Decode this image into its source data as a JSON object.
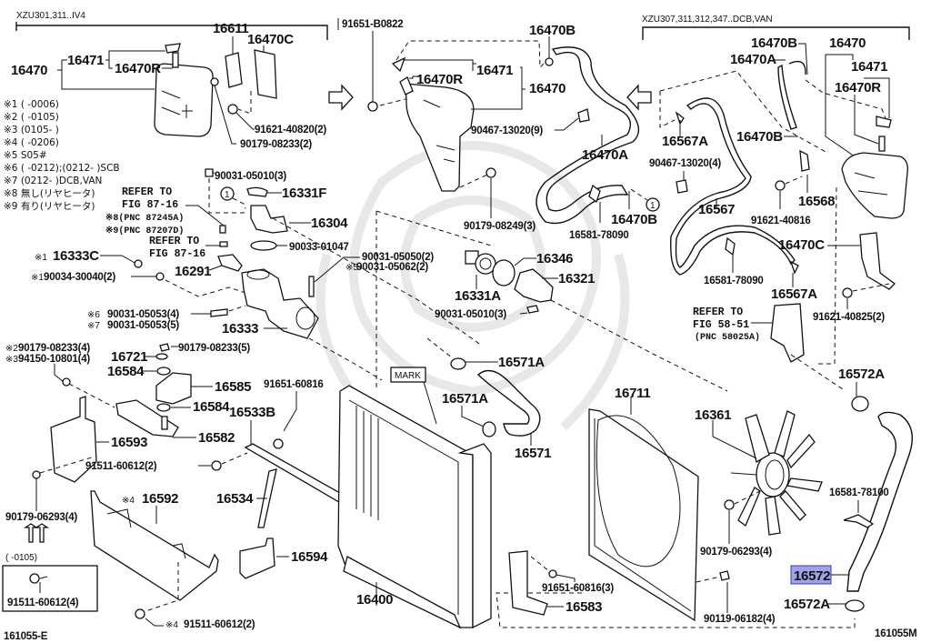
{
  "diagram": {
    "figure_id_left": "161055-E",
    "figure_id_right": "161055M",
    "group_left_title": "XZU301,311..IV4",
    "group_right_title": "XZU307,311,312,347..DCB,VAN",
    "highlight_color": "#9fa3e6",
    "highlighted_part": "16572"
  },
  "notes": [
    "※1 (      -0006)",
    "※2 (      -0105)",
    "※3 (0105-      )",
    "※4 (      -0206)",
    "※5 S05#",
    "※6 (      -0212);(0212-      )SCB",
    "※7 (0212-      )DCB,VAN",
    "※8 無し(リヤヒータ)",
    "※9 有り(リヤヒータ)"
  ],
  "references": {
    "ref1_line1": "REFER TO",
    "ref1_line2": "FIG 87-16",
    "ref1_pnc1": "※8(PNC 87245A)",
    "ref1_pnc2": "※9(PNC 87207D)",
    "ref2_line1": "REFER TO",
    "ref2_line2": "FIG 87-16",
    "ref3_line1": "REFER TO",
    "ref3_line2": "FIG 58-51",
    "ref3_pnc": "(PNC 58025A)",
    "mark_label": "MARK",
    "circle_ref": "1",
    "inset_range": "(      -0105)"
  },
  "parts": {
    "p16470_l": "16470",
    "p16471_l": "16471",
    "p16470R_l": "16470R",
    "p16611": "16611",
    "p16470C_l": "16470C",
    "p91621_40820": "91621-40820(2)",
    "p90179_08233_2": "90179-08233(2)",
    "p91651_B0822": "91651-B0822",
    "p16470B_t": "16470B",
    "p16471_m": "16471",
    "p16470R_m": "16470R",
    "p16470_m": "16470",
    "p90467_13020_9": "90467-13020(9)",
    "p16470A_m": "16470A",
    "p90179_08249": "90179-08249(3)",
    "p16581_78090_m": "16581-78090",
    "p16470B_m": "16470B",
    "p16470B_r1": "16470B",
    "p16470A_r": "16470A",
    "p16470_r": "16470",
    "p16471_r": "16471",
    "p16470R_r": "16470R",
    "p16567A_t": "16567A",
    "p16470B_r2": "16470B",
    "p90467_13020_4": "90467-13020(4)",
    "p16567": "16567",
    "p16568": "16568",
    "p91621_40816": "91621-40816",
    "p16470C_r": "16470C",
    "p16581_78090_r": "16581-78090",
    "p16567A_b": "16567A",
    "p91621_40825": "91621-40825(2)",
    "p90031_05010_t": "90031-05010(3)",
    "p16331F": "16331F",
    "p16304": "16304",
    "p90033_01047": "90033-01047",
    "p16333C": "16333C",
    "p16333C_note": "※1",
    "p16291": "16291",
    "p90034_30040": "90034-30040(2)",
    "p90034_30040_note": "※1",
    "p90031_05050": "90031-05050(2)",
    "p90031_05062": "90031-05062(2)",
    "p90031_05062_note": "※5",
    "p90031_05053_4": "90031-05053(4)",
    "p90031_05053_4_note": "※6",
    "p90031_05053_5": "90031-05053(5)",
    "p90031_05053_5_note": "※7",
    "p16333": "16333",
    "p16346": "16346",
    "p16321": "16321",
    "p16331A": "16331A",
    "p90031_05010_m": "90031-05010(3)",
    "p90179_08233_4": "90179-08233(4)",
    "p90179_08233_4_note": "※2",
    "p94150_10801": "94150-10801(4)",
    "p94150_10801_note": "※3",
    "p16721": "16721",
    "p90179_08233_5": "90179-08233(5)",
    "p16584_a": "16584",
    "p16585": "16585",
    "p16584_b": "16584",
    "p16582": "16582",
    "p16593": "16593",
    "p91651_60816": "91651-60816",
    "p16533B": "16533B",
    "p91511_60612_2a": "91511-60612(2)",
    "p16534": "16534",
    "p16592": "16592",
    "p16592_note": "※4",
    "p90179_06293_l": "90179-06293(4)",
    "p91511_60612_4": "91511-60612(4)",
    "p16594": "16594",
    "p91511_60612_2b": "91511-60612(2)",
    "p91511_60612_2b_note": "※4",
    "p16571A_t": "16571A",
    "p16571A_b": "16571A",
    "p16571": "16571",
    "p16400": "16400",
    "p16711": "16711",
    "p16361": "16361",
    "p90179_06293_r": "90179-06293(4)",
    "p91651_60816_3": "91651-60816(3)",
    "p16583": "16583",
    "p90119_06182": "90119-06182(4)",
    "p16572A_t": "16572A",
    "p16581_78100": "16581-78100",
    "p16572": "16572",
    "p16572A_b": "16572A"
  }
}
